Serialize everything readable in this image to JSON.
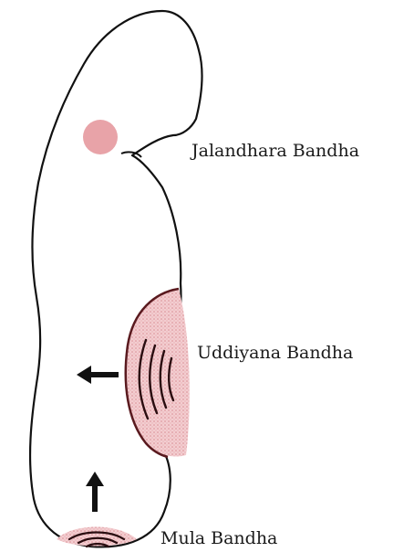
{
  "labels": {
    "jalandhara": "Jalandhara Bandha",
    "uddiyana": "Uddiyana Bandha",
    "mula": "Mula Bandha"
  },
  "icons": {
    "direction_left": "arrow-left-icon",
    "direction_up": "arrow-up-icon"
  },
  "colors": {
    "outline": "#111111",
    "highlight": "#e8a3a8",
    "highlight_light": "#f2c9cc",
    "stripe": "#5a1a1f",
    "text": "#1a1a1a"
  }
}
